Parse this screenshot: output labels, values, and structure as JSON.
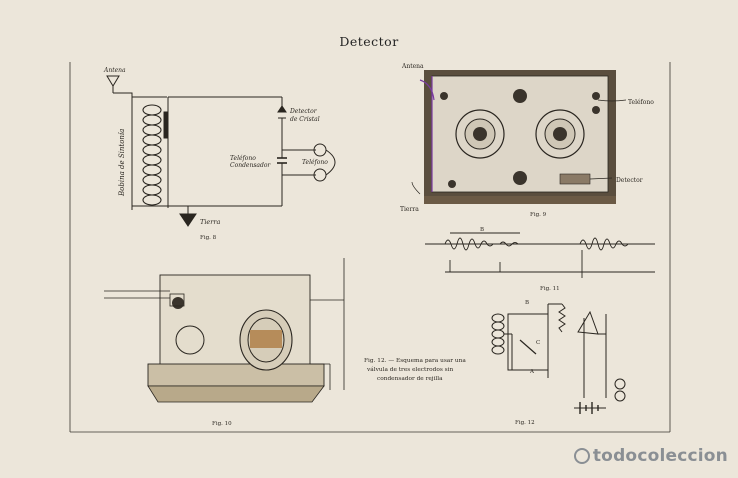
{
  "page_title": "Detector",
  "fig8": {
    "antena": "Antena",
    "bobina": "Bobina de Sintonía",
    "detector": [
      "Detector",
      "de Cristal"
    ],
    "condensador": [
      "Teléfono",
      "Condensador"
    ],
    "telefono": "Teléfono",
    "tierra": "Tierra",
    "caption": "Fig. 8"
  },
  "fig9": {
    "antena": "Antena",
    "telefono": "Teléfono",
    "detector": "Detector",
    "tierra": "Tierra",
    "caption": "Fig. 9"
  },
  "fig11": {
    "label_b": "B",
    "caption": "Fig. 11"
  },
  "fig10": {
    "caption": "Fig. 10"
  },
  "fig12": {
    "caption_lines": [
      "Fig. 12. — Esquema para usar una",
      "válvula de tres electrodos sin",
      "condensador de rejilla"
    ],
    "label_b": "B",
    "label_a": "A",
    "label_c": "C",
    "fig_label": "Fig. 12"
  },
  "watermark": "todocoleccion"
}
